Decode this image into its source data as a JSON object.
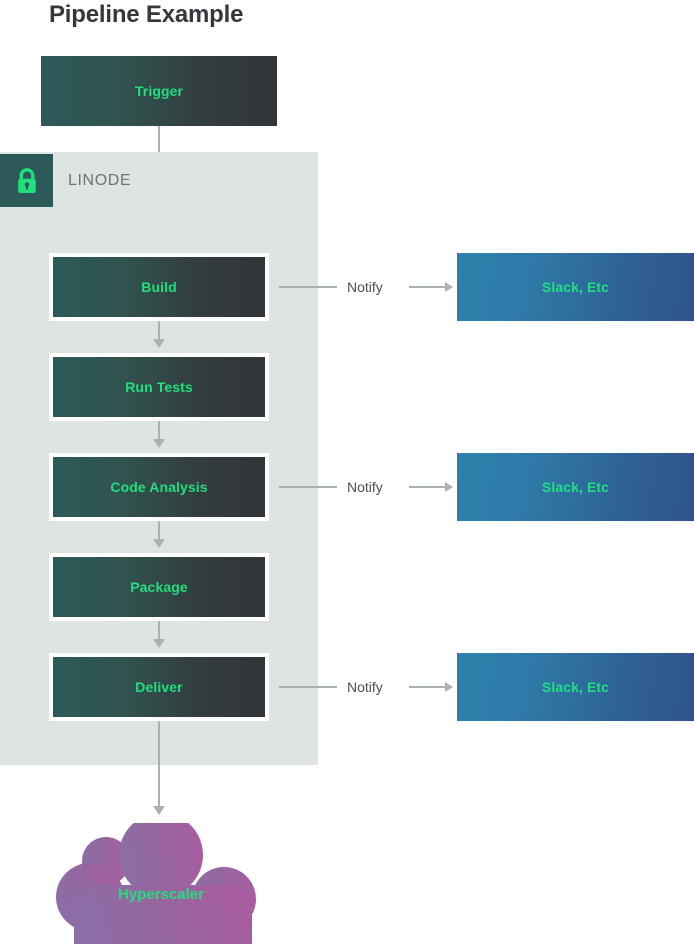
{
  "title": "Pipeline Example",
  "container": {
    "label": "LINODE",
    "icon": "lock-icon"
  },
  "trigger": {
    "label": "Trigger"
  },
  "pipeline": {
    "stages": [
      {
        "label": "Build",
        "notify": true
      },
      {
        "label": "Run Tests",
        "notify": false
      },
      {
        "label": "Code Analysis",
        "notify": true
      },
      {
        "label": "Package",
        "notify": false
      },
      {
        "label": "Deliver",
        "notify": true
      }
    ]
  },
  "notify": {
    "label": "Notify",
    "targets": [
      {
        "label": "Slack, Etc"
      },
      {
        "label": "Slack, Etc"
      },
      {
        "label": "Slack, Etc"
      }
    ]
  },
  "cloud": {
    "label": "Hyperscaler"
  },
  "colors": {
    "accent_green": "#1fe07c",
    "panel_bg": "#dde4e2",
    "badge_bg": "#2b5a58",
    "node_start": "#2b5b59",
    "node_end": "#30363a",
    "blue_start": "#2d80ab",
    "blue_end": "#2f5489",
    "cloud_start": "#8f6fa8",
    "cloud_end": "#a05ba0",
    "connector": "#a9b2b1",
    "title": "#33383d"
  }
}
